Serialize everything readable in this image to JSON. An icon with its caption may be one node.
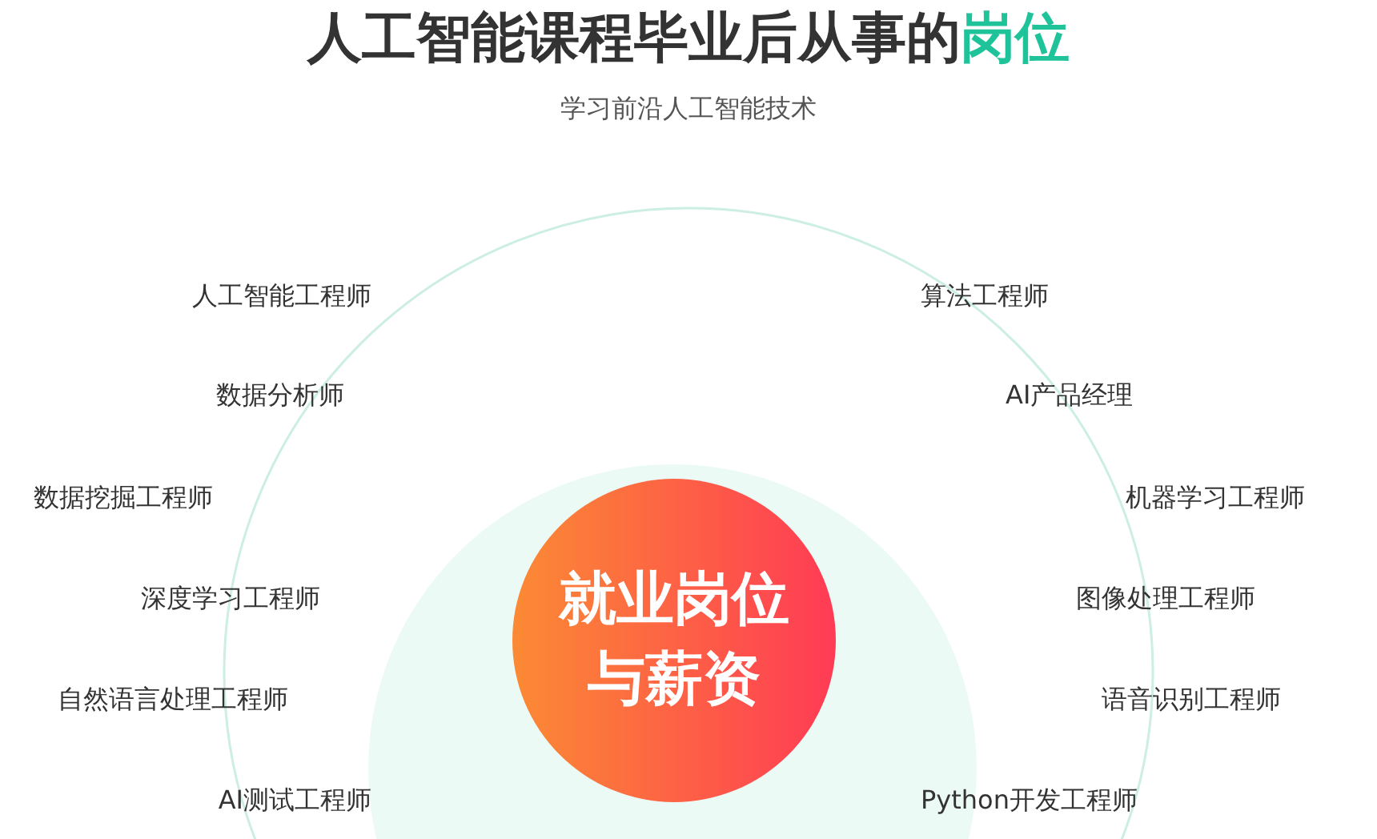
{
  "diagram": {
    "title": "人工智能课程毕业后从事的岗位",
    "nodes": [
      {
        "text": [
          "就业岗位与薪资"
        ]
      }
    ],
    "edges": [],
    "labels": [
      "学习前沿人工智能技术",
      "人工智能工程师",
      "算法工程师",
      "数据分析师",
      "AI产品经理",
      "数据挖掘工程师",
      "机器学习工程师",
      "深度学习工程师",
      "图像处理工程师",
      "自然语言处理工程师",
      "语音识别工程师",
      "AI测试工程师",
      "Python开发工程师"
    ]
  }
}
